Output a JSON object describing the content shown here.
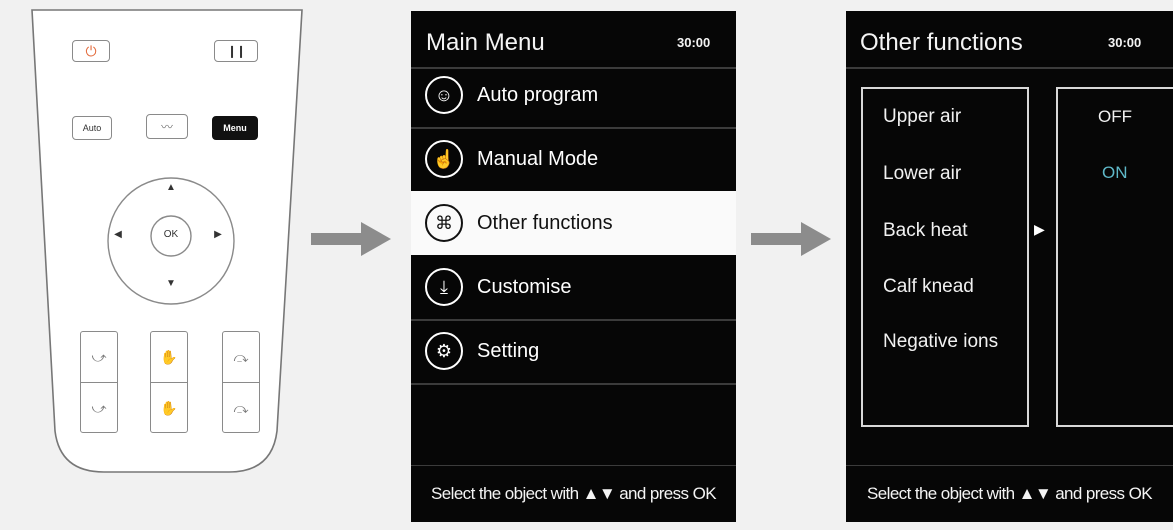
{
  "remote": {
    "power_icon": "power-icon",
    "pause_icon": "pause-icon",
    "auto_label": "Auto",
    "menu_label": "Menu",
    "ok_label": "OK"
  },
  "main_menu": {
    "title": "Main Menu",
    "time": "30:00",
    "items": [
      {
        "label": "Auto program",
        "icon": "body-icon"
      },
      {
        "label": "Manual Mode",
        "icon": "touch-icon"
      },
      {
        "label": "Other functions",
        "icon": "air-icon"
      },
      {
        "label": "Customise",
        "icon": "download-icon"
      },
      {
        "label": "Setting",
        "icon": "gear-icon"
      }
    ],
    "selected_index": 2,
    "footer": "Select the object with ▲▼ and press OK"
  },
  "other_functions": {
    "title": "Other functions",
    "time": "30:00",
    "options": [
      "Upper air",
      "Lower air",
      "Back heat",
      "Calf knead",
      "Negative ions"
    ],
    "values": [
      "OFF",
      "ON"
    ],
    "footer": "Select the object with ▲▼ and press OK"
  },
  "colors": {
    "screen_bg": "#060606",
    "selected_bg": "#fafafa",
    "on_value": "#5fb8c8",
    "power_accent": "#e36a3b"
  }
}
